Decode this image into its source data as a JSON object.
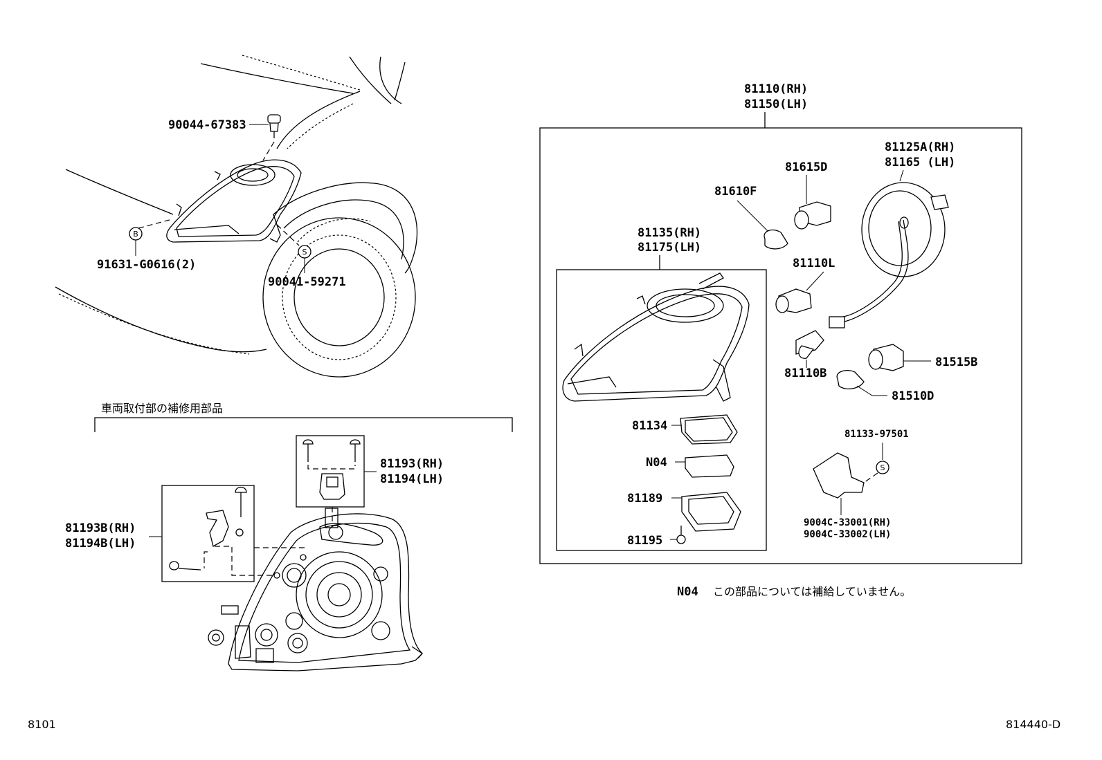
{
  "labels": {
    "p_81110_rh": "81110(RH)",
    "p_81150_lh": "81150(LH)",
    "p_81125a_rh": "81125A(RH)",
    "p_81165_lh": "81165  (LH)",
    "p_81615d": "81615D",
    "p_81610f": "81610F",
    "p_81135_rh": "81135(RH)",
    "p_81175_lh": "81175(LH)",
    "p_81110l": "81110L",
    "p_81110b": "81110B",
    "p_81515b": "81515B",
    "p_81510d": "81510D",
    "p_81134": "81134",
    "p_n04": "N04",
    "p_81189": "81189",
    "p_81195": "81195",
    "p_81133": "81133-97501",
    "p_9004c_rh": "9004C-33001(RH)",
    "p_9004c_lh": "9004C-33002(LH)",
    "p_90044": "90044-67383",
    "p_91631": "91631-G0616(2)",
    "p_90041": "90041-59271",
    "p_81193_rh": "81193(RH)",
    "p_81194_lh": "81194(LH)",
    "p_81193b_rh": "81193B(RH)",
    "p_81194b_lh": "81194B(LH)"
  },
  "callouts": {
    "b": "B",
    "s1": "S",
    "s2": "S"
  },
  "notes": {
    "repair_parts_header": "車両取付部の補修用部品",
    "n04_code": "N04",
    "n04_note": "この部品については補給していません。"
  },
  "footer": {
    "left_code": "8101",
    "right_code": "814440-D"
  }
}
